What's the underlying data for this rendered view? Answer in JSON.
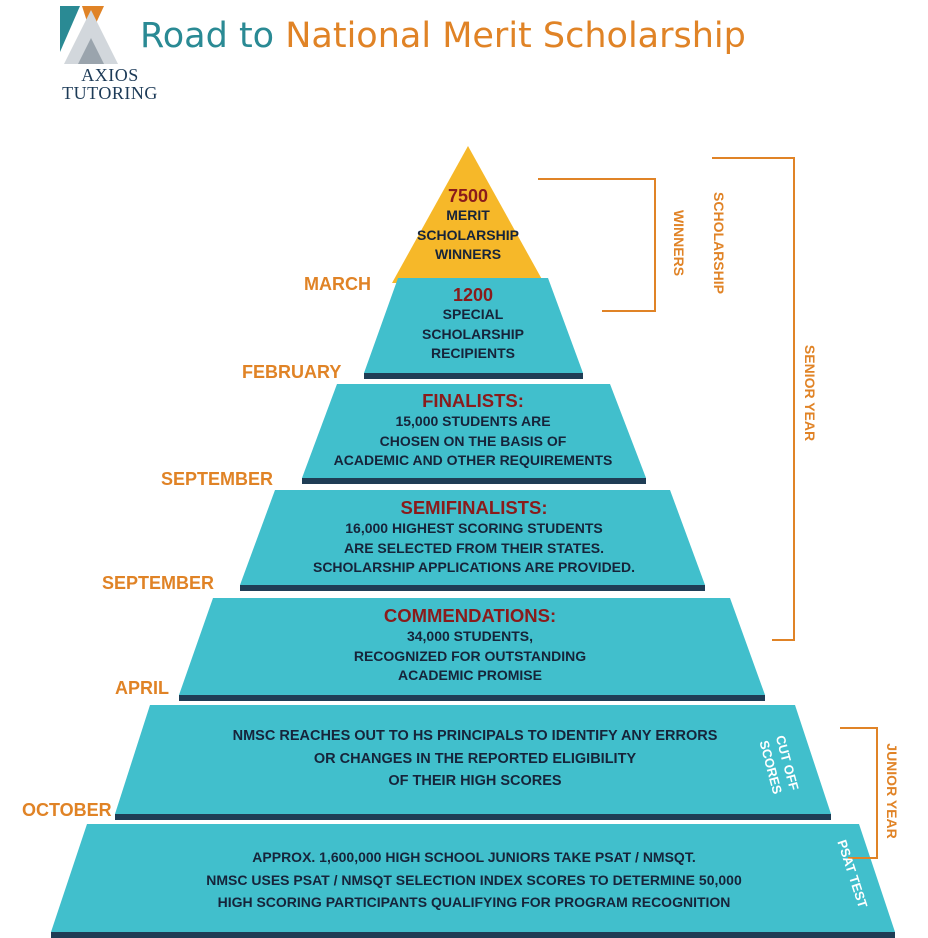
{
  "brand": {
    "line1": "AXIOS",
    "line2": "TUTORING",
    "colors": {
      "navy": "#1c3a57",
      "teal": "#2a8a94",
      "orange": "#e08326"
    }
  },
  "title": {
    "part1": "Road to",
    "part2": "National Merit Scholarship"
  },
  "colors": {
    "tier": "#41bfcc",
    "top_tier": "#f6b829",
    "heading": "#8a1b1b",
    "month": "#e08326",
    "text": "#16243a"
  },
  "tiers": [
    {
      "heading": "7500",
      "lines": [
        "MERIT",
        "SCHOLARSHIP",
        "WINNERS"
      ]
    },
    {
      "heading": "1200",
      "lines": [
        "SPECIAL",
        "SCHOLARSHIP",
        "RECIPIENTS"
      ]
    },
    {
      "heading": "FINALISTS:",
      "lines": [
        "15,000 STUDENTS ARE",
        "CHOSEN ON THE BASIS OF",
        "ACADEMIC AND OTHER REQUIREMENTS"
      ]
    },
    {
      "heading": "SEMIFINALISTS:",
      "lines": [
        "16,000 HIGHEST SCORING STUDENTS",
        "ARE SELECTED FROM THEIR STATES.",
        "SCHOLARSHIP APPLICATIONS ARE PROVIDED."
      ]
    },
    {
      "heading": "COMMENDATIONS:",
      "lines": [
        "34,000 STUDENTS,",
        "RECOGNIZED FOR OUTSTANDING",
        "ACADEMIC PROMISE"
      ]
    },
    {
      "heading": "",
      "lines": [
        "NMSC REACHES OUT TO HS PRINCIPALS TO IDENTIFY ANY ERRORS",
        "OR CHANGES  IN THE REPORTED ELIGIBILITY",
        "OF THEIR HIGH SCORES"
      ]
    },
    {
      "heading": "",
      "lines": [
        "APPROX.  1,600,000 HIGH SCHOOL JUNIORS TAKE PSAT / NMSQT.",
        "NMSC USES PSAT / NMSQT SELECTION INDEX SCORES TO DETERMINE 50,000",
        "HIGH SCORING PARTICIPANTS QUALIFYING FOR PROGRAM RECOGNITION"
      ]
    }
  ],
  "months": [
    "MARCH",
    "FEBRUARY",
    "SEPTEMBER",
    "SEPTEMBER",
    "APRIL",
    "OCTOBER"
  ],
  "side_labels": {
    "winners": "WINNERS",
    "scholarship": "SCHOLARSHIP",
    "senior_year": "SENIOR YEAR",
    "junior_year": "JUNIOR YEAR",
    "cut_off": [
      "CUT OFF",
      "SCORES"
    ],
    "psat_test": "PSAT TEST"
  }
}
